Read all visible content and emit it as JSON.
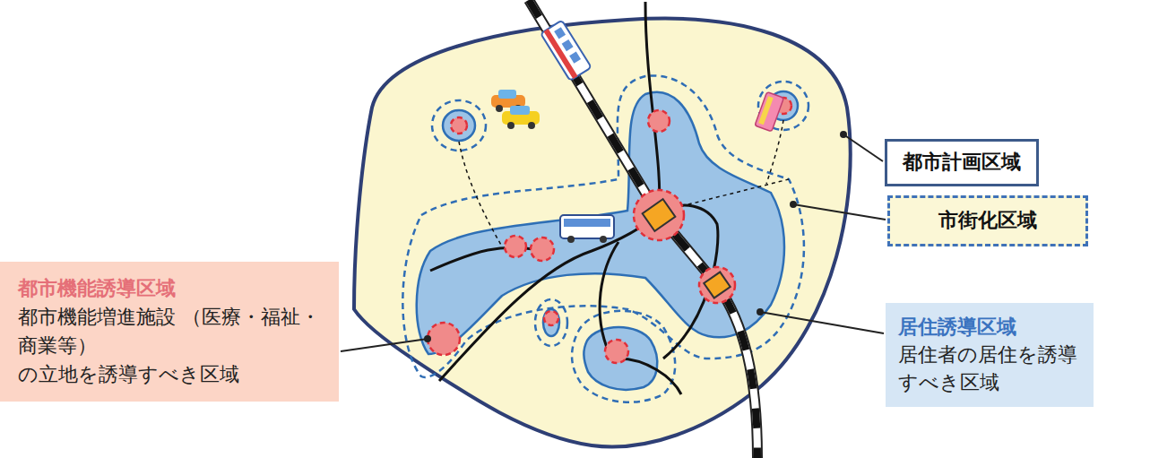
{
  "diagram": {
    "nodes": [
      {
        "text": [
          "都市計画区域"
        ]
      },
      {
        "text": [
          "市街化区域"
        ]
      },
      {
        "text": [
          "都市機能誘導区域",
          "都市機能増進施設 （医療・福祉・商業等） の立地を誘導すべき区域"
        ]
      },
      {
        "text": [
          "居住誘導区域",
          "居住者の居住を誘導 すべき区域"
        ]
      }
    ]
  }
}
